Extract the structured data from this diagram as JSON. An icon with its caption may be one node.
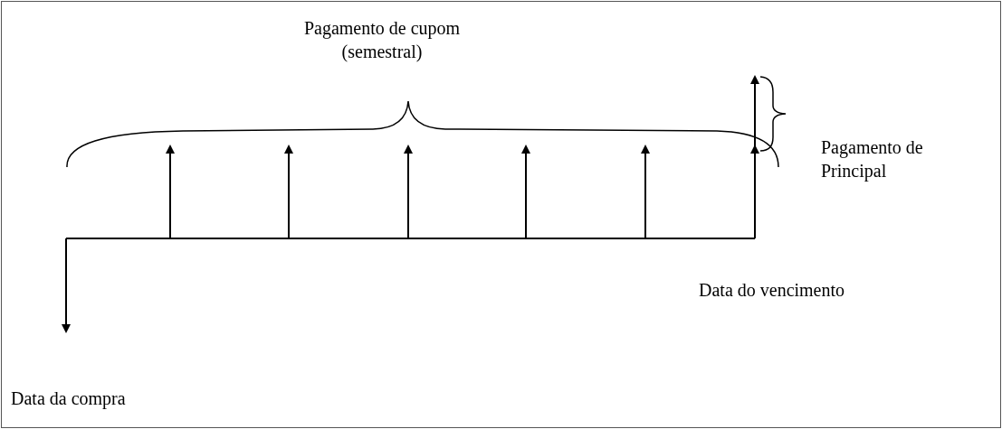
{
  "diagram": {
    "labels": [
      "Pagamento de cupom (semestral)",
      "Pagamento de Principal",
      "Data do vencimento",
      "Data da compra"
    ]
  }
}
